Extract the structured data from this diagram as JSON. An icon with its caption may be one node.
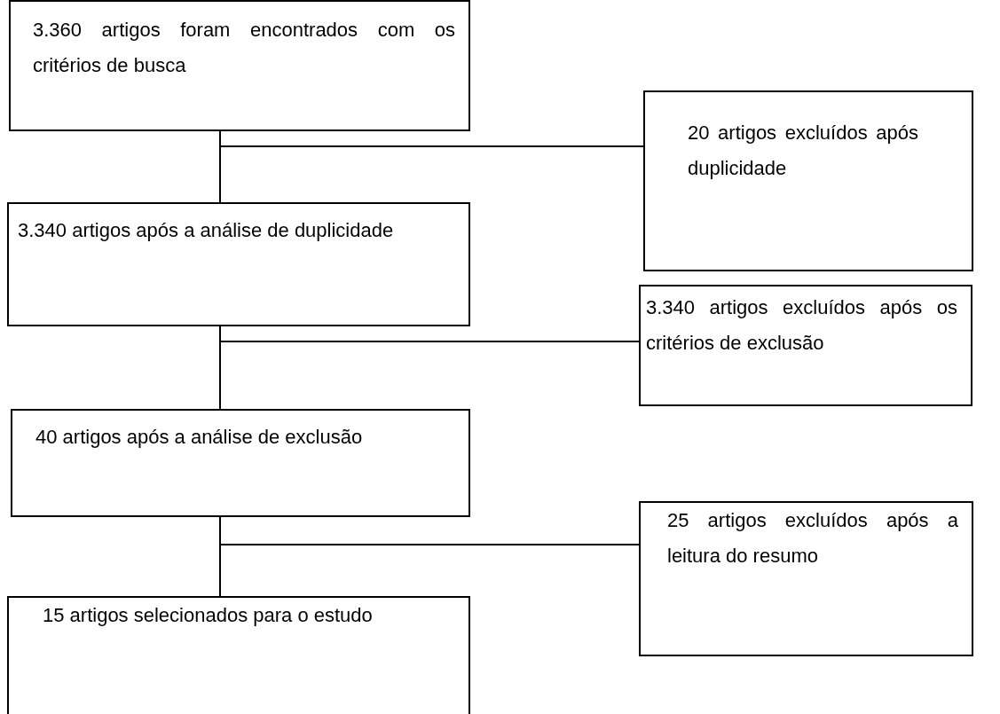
{
  "diagram": {
    "nodes": [
      {
        "text": [
          "3.360 artigos foram encontrados com os critérios de busca"
        ]
      },
      {
        "text": [
          "20 artigos excluídos após duplicidade"
        ]
      },
      {
        "text": [
          "3.340 artigos após a análise de duplicidade"
        ]
      },
      {
        "text": [
          "3.340 artigos excluídos após os critérios de exclusão"
        ]
      },
      {
        "text": [
          "40 artigos após a análise de exclusão"
        ]
      },
      {
        "text": [
          "25 artigos excluídos após a leitura do resumo"
        ]
      },
      {
        "text": [
          "15 artigos selecionados para o estudo"
        ]
      }
    ],
    "edges": [
      {
        "from": 0,
        "to": 2,
        "arrow": "none"
      },
      {
        "from": 0,
        "to": 1,
        "arrow": "none"
      },
      {
        "from": 2,
        "to": 4,
        "arrow": "none"
      },
      {
        "from": 2,
        "to": 3,
        "arrow": "none"
      },
      {
        "from": 4,
        "to": 6,
        "arrow": "none"
      },
      {
        "from": 4,
        "to": 5,
        "arrow": "none"
      }
    ]
  }
}
